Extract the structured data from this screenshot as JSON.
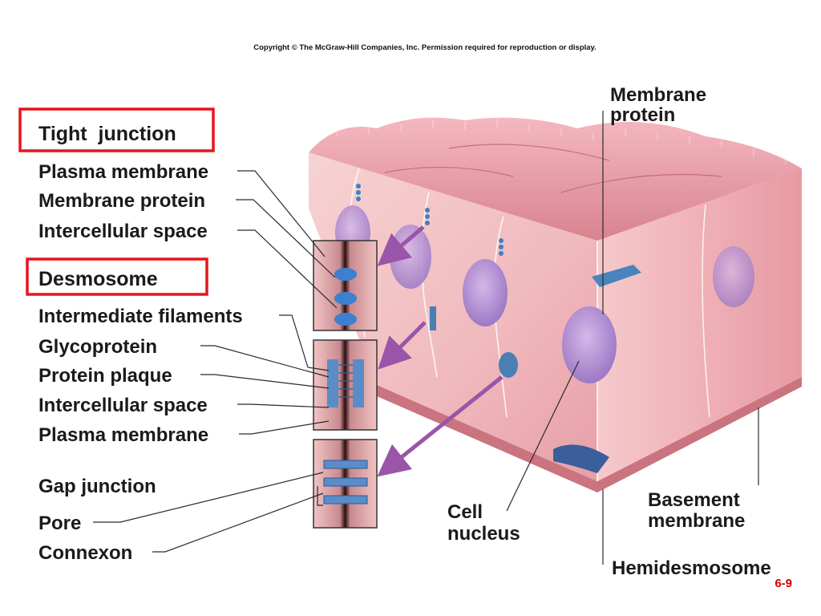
{
  "copyright": "Copyright © The McGraw-Hill Companies, Inc. Permission required for reproduction or display.",
  "page_number": "6-9",
  "highlight_color": "#e8141d",
  "tight_junction": {
    "title": "Tight  junction",
    "labels": [
      "Plasma membrane",
      "Membrane protein",
      "Intercellular space"
    ]
  },
  "desmosome": {
    "title": "Desmosome",
    "labels": [
      "Intermediate filaments",
      "Glycoprotein",
      "Protein plaque",
      "Intercellular space",
      "Plasma membrane"
    ]
  },
  "gap_junction": {
    "title": "Gap junction",
    "labels": [
      "Pore",
      "Connexon"
    ]
  },
  "right_labels": {
    "membrane_protein": [
      "Membrane",
      "protein"
    ],
    "cell_nucleus": [
      "Cell",
      "nucleus"
    ],
    "basement_membrane": [
      "Basement",
      "membrane"
    ],
    "hemidesmosome": "Hemidesmosome"
  }
}
